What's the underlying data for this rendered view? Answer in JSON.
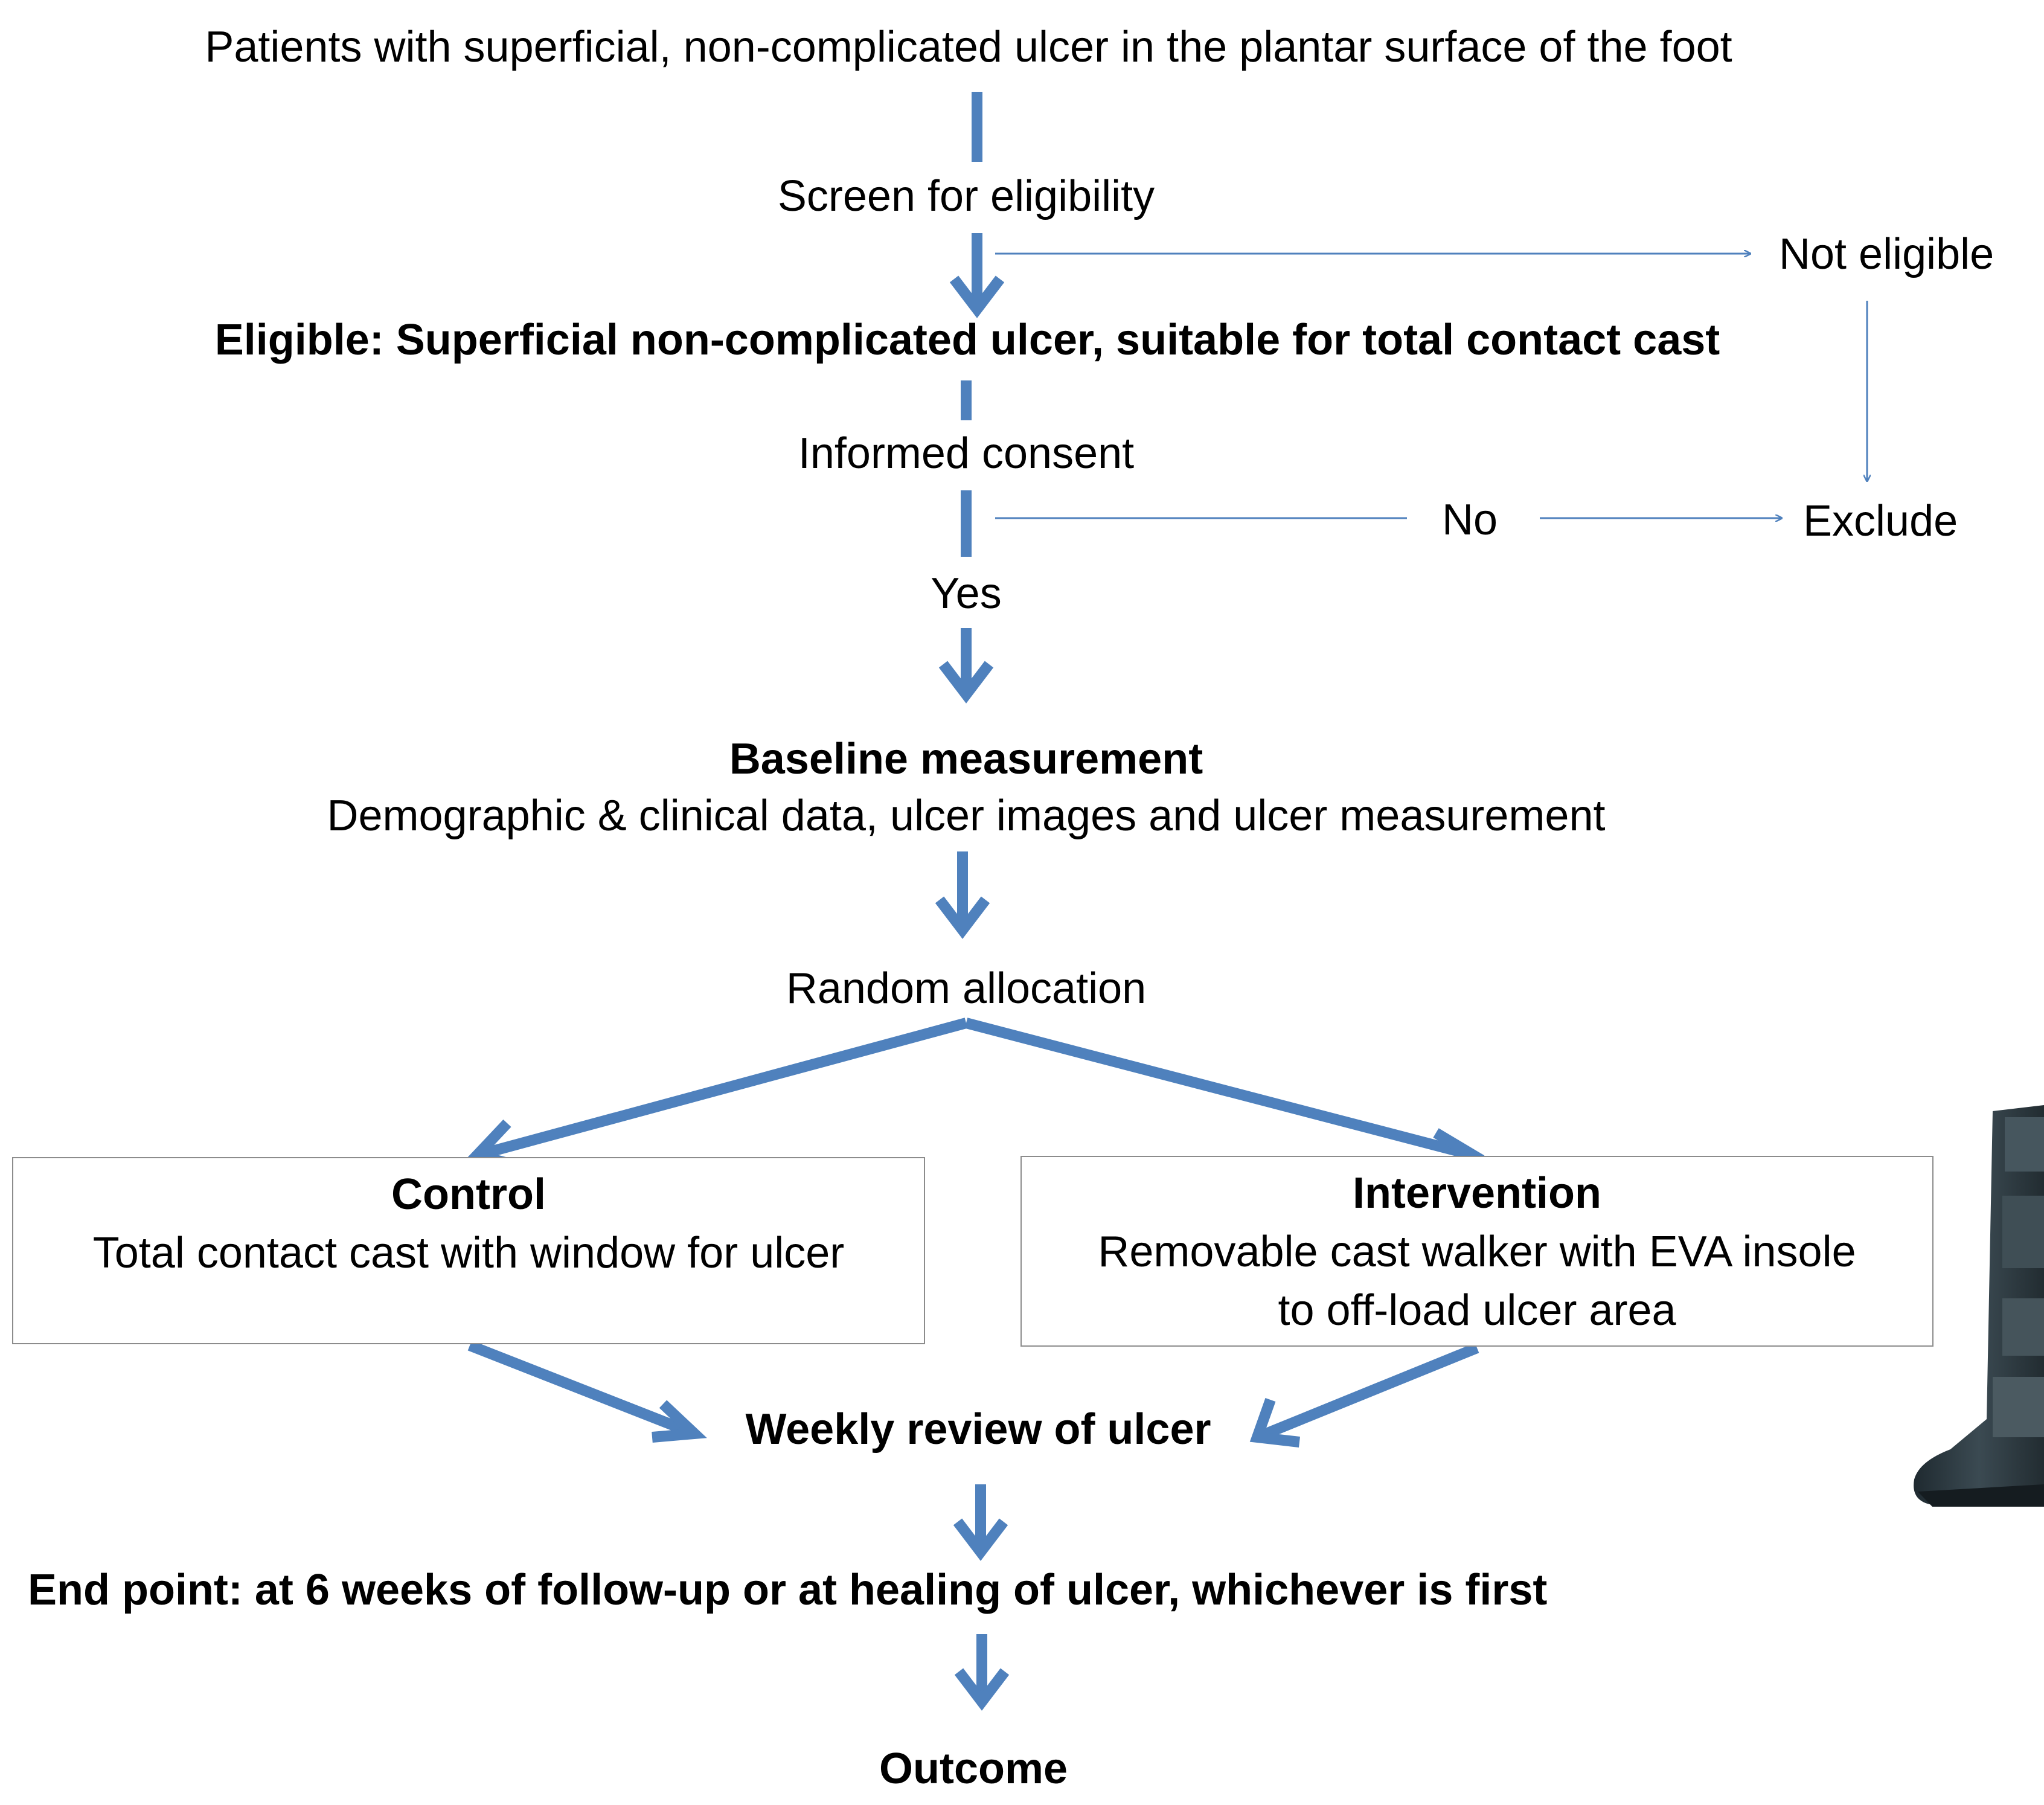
{
  "colors": {
    "thick_arrow": "#4f81bd",
    "thin_arrow": "#4f81bd",
    "box_border": "#8c8c8c",
    "boot_image": "#2f3a40"
  },
  "nodes": {
    "population": "Patients with superficial, non-complicated ulcer in the plantar surface of the foot",
    "screen": "Screen for eligibility",
    "not_eligible": "Not eligible",
    "eligible": "Eligible: Superficial non-complicated ulcer, suitable for total contact cast",
    "consent": "Informed consent",
    "no": "No",
    "exclude": "Exclude",
    "yes": "Yes",
    "baseline_title": "Baseline measurement",
    "baseline_detail": "Demographic & clinical data, ulcer images and ulcer measurement",
    "random": "Random allocation",
    "control": {
      "title": "Control",
      "lines": [
        "Total contact cast with window for ulcer"
      ]
    },
    "intervention": {
      "title": "Intervention",
      "lines": [
        "Removable cast walker with EVA insole",
        "to off-load ulcer area"
      ]
    },
    "weekly": "Weekly review of ulcer",
    "endpoint": "End point: at 6 weeks of follow-up or at healing of ulcer, whichever is first",
    "outcome": "Outcome"
  },
  "images": {
    "boot": "removable-cast-walker-boot"
  }
}
